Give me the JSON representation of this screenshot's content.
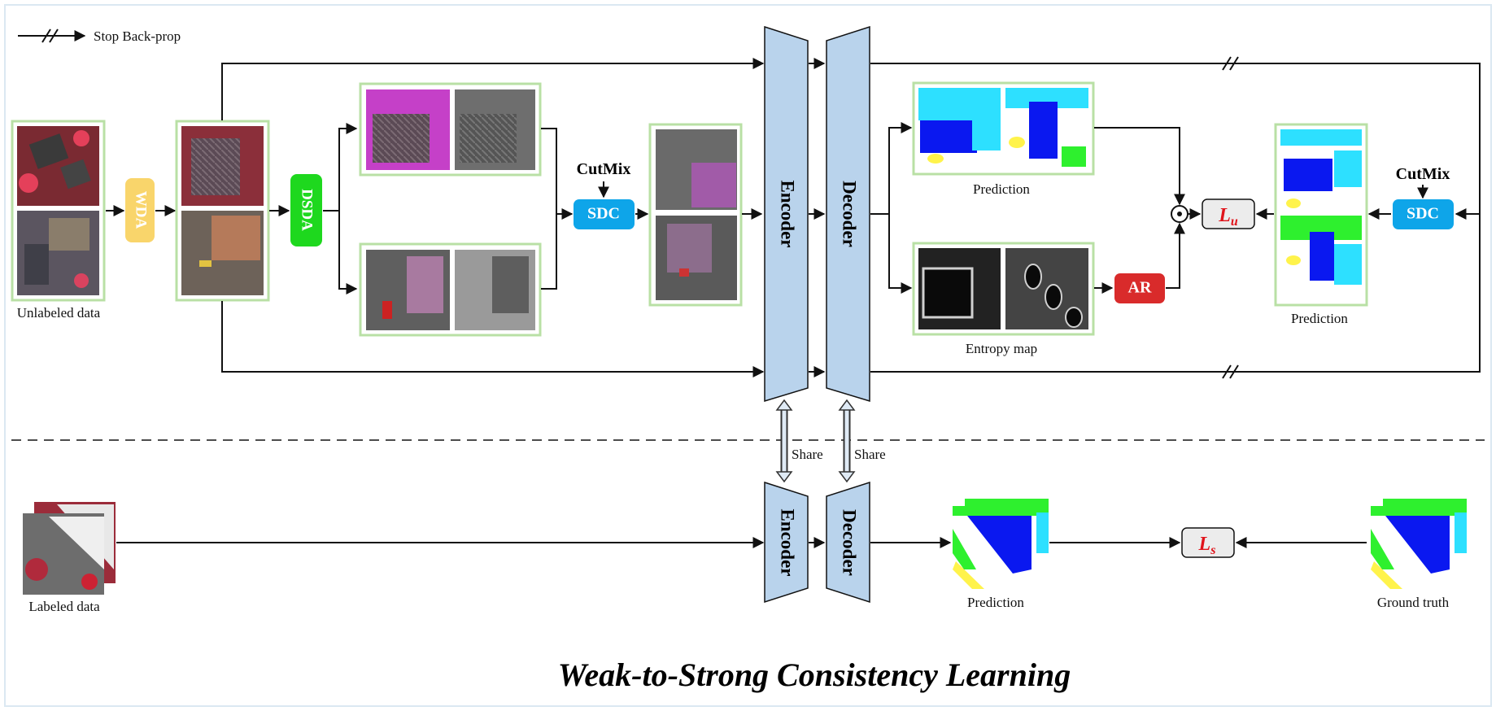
{
  "legend": {
    "stop_backprop": "Stop Back-prop"
  },
  "labels": {
    "unlabeled_data": "Unlabeled data",
    "labeled_data": "Labeled data",
    "prediction_top": "Prediction",
    "entropy_map": "Entropy map",
    "prediction_right": "Prediction",
    "prediction_bottom": "Prediction",
    "ground_truth": "Ground truth",
    "share_left": "Share",
    "share_right": "Share",
    "cutmix_left": "CutMix",
    "cutmix_right": "CutMix"
  },
  "blocks": {
    "wda": "WDA",
    "dsda": "DSDA",
    "sdc_left": "SDC",
    "sdc_right": "SDC",
    "ar": "AR",
    "encoder_top": "Encoder",
    "decoder_top": "Decoder",
    "encoder_bottom": "Encoder",
    "decoder_bottom": "Decoder"
  },
  "losses": {
    "lu_main": "L",
    "lu_sub": "u",
    "ls_main": "L",
    "ls_sub": "s"
  },
  "title": "Weak-to-Strong Consistency Learning",
  "colors": {
    "wda": "#f9d56b",
    "dsda": "#1ed81e",
    "sdc": "#0ea5e9",
    "ar": "#d92b2b",
    "encoder_decoder": "#b9d3ec",
    "image_frame": "#b9e0a5",
    "loss_text": "#e0141b"
  }
}
